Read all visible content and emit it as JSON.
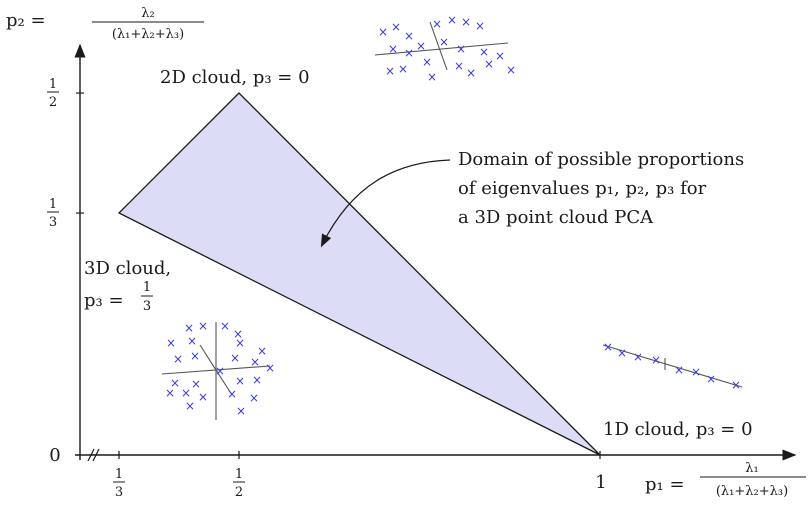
{
  "axes": {
    "y_label": "p₂ =",
    "y_frac_num": "λ₂",
    "y_frac_den": "(λ₁+λ₂+λ₃)",
    "x_label": "p₁ =",
    "x_frac_num": "λ₁",
    "x_frac_den": "(λ₁+λ₂+λ₃)"
  },
  "ticks": {
    "x": [
      {
        "num": "1",
        "den": "3"
      },
      {
        "num": "1",
        "den": "2"
      },
      {
        "label": "1"
      }
    ],
    "y": [
      {
        "label": "0"
      },
      {
        "num": "1",
        "den": "3"
      },
      {
        "num": "1",
        "den": "2"
      }
    ]
  },
  "labels": {
    "top_vertex": "2D cloud, p₃ = 0",
    "left_vertex_line1": "3D cloud,",
    "left_vertex_line2": "p₃ =",
    "left_vertex_num": "1",
    "left_vertex_den": "3",
    "right_vertex": "1D cloud, p₃ = 0",
    "annotation_line1": "Domain of possible proportions",
    "annotation_line2": "of eigenvalues p₁, p₂, p₃ for",
    "annotation_line3": "a 3D point cloud PCA"
  },
  "marker": "×",
  "colors": {
    "domain_fill": "#dcdcf6",
    "point_color": "#3a3ae0"
  }
}
